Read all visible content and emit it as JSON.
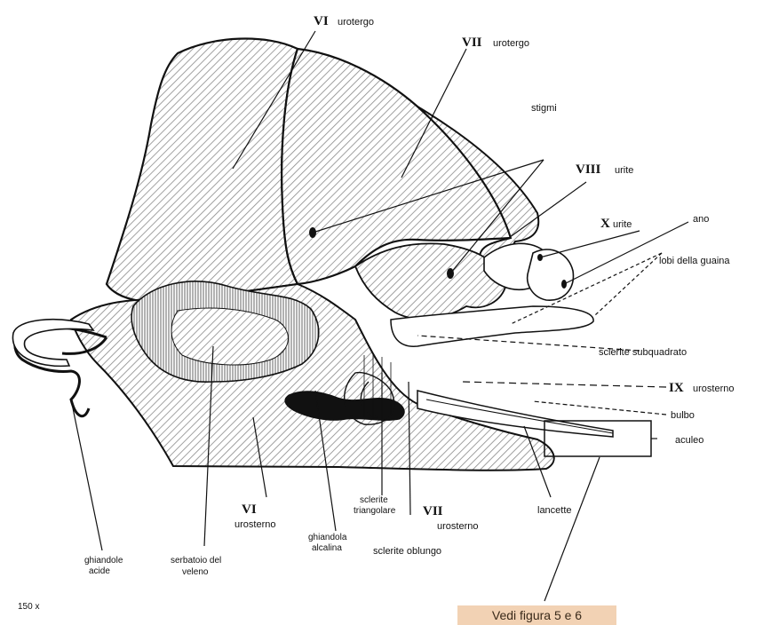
{
  "figure": {
    "labels": {
      "vi_urotergo": {
        "roman": "VI",
        "text": "urotergo"
      },
      "vii_urotergo": {
        "roman": "VII",
        "text": "urotergo"
      },
      "stigmi": "stigmi",
      "viii_urite": {
        "roman": "VIII",
        "text": "urite"
      },
      "x_urite": {
        "roman": "X",
        "text": "urite"
      },
      "ano": "ano",
      "lobi_guaina": "lobi della guaina",
      "sclerite_subquadrato": "sclerite subquadrato",
      "ix_urosterno": {
        "roman": "IX",
        "text": "urosterno"
      },
      "bulbo": "bulbo",
      "aculeo": "aculeo",
      "lancette": "lancette",
      "vii_urosterno": {
        "roman": "VII",
        "text": "urosterno"
      },
      "sclerite_oblungo": "sclerite oblungo",
      "sclerite_triangolare": [
        "sclerite",
        "triangolare"
      ],
      "ghiandola_alcalina": [
        "ghiandola",
        "alcalina"
      ],
      "vi_urosterno": {
        "roman": "VI",
        "text": "urosterno"
      },
      "serbatoio_veleno": [
        "serbatoio del",
        "veleno"
      ],
      "ghiandole_acide": [
        "ghiandole",
        "acide"
      ],
      "scale": "150 x"
    },
    "reference": "Vedi figura 5 e 6"
  }
}
